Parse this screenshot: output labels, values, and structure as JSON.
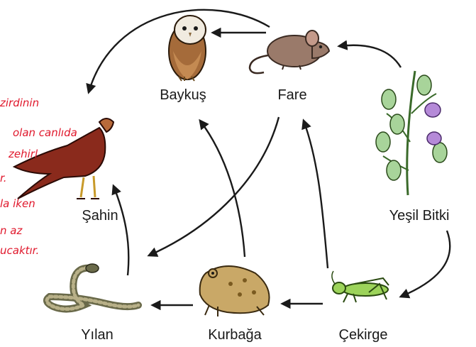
{
  "nodes": {
    "baykus": "Baykuş",
    "fare": "Fare",
    "sahin": "Şahin",
    "yesil_bitki": "Yeşil Bitki",
    "yilan": "Yılan",
    "kurbaga": "Kurbağa",
    "cekirge": "Çekirge"
  },
  "handwritten_notes": [
    "zirdinin",
    "olan canlıda",
    "zehirl",
    "r.",
    "la iken",
    "n az",
    "ucaktır."
  ],
  "colors": {
    "arrow": "#1a1a1a",
    "note": "#e0182c"
  }
}
